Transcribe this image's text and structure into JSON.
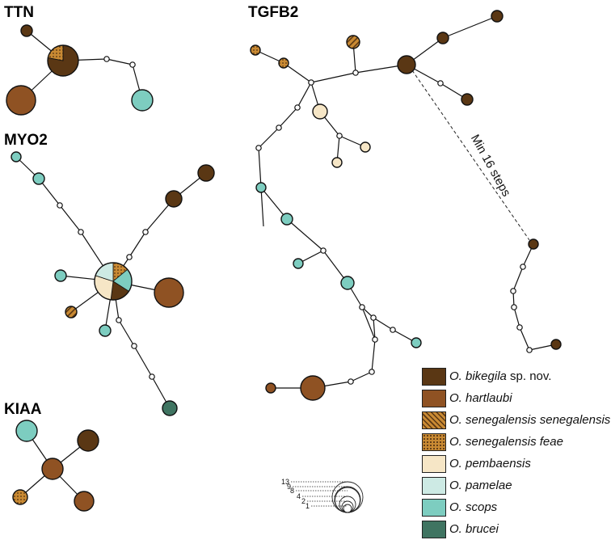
{
  "genes": {
    "ttn": "TTN",
    "myo2": "MYO2",
    "kiaa": "KIAA",
    "tgfb2": "TGFB2"
  },
  "annotation": "Min 16 steps",
  "legend": [
    {
      "key": "bikegila",
      "name": "O. bikegila",
      "suffix": " sp. nov.",
      "color": "#5a3714"
    },
    {
      "key": "hartlaubi",
      "name": "O. hartlaubi",
      "suffix": "",
      "color": "#8f5223"
    },
    {
      "key": "senegalensis",
      "name": "O. senegalensis senegalensis",
      "suffix": "",
      "color": "#c98a33"
    },
    {
      "key": "feae",
      "name": "O. senegalensis feae",
      "suffix": "",
      "color": "#c98a33"
    },
    {
      "key": "pembaensis",
      "name": "O. pembaensis",
      "suffix": "",
      "color": "#f6e6c6"
    },
    {
      "key": "pamelae",
      "name": "O. pamelae",
      "suffix": "",
      "color": "#cdeae4"
    },
    {
      "key": "scops",
      "name": "O. scops",
      "suffix": "",
      "color": "#7dcdc0"
    },
    {
      "key": "brucei",
      "name": "O. brucei",
      "suffix": "",
      "color": "#3f7461"
    }
  ],
  "scale": {
    "labels": [
      "13",
      "9",
      "8",
      "4",
      "2",
      "1"
    ]
  }
}
